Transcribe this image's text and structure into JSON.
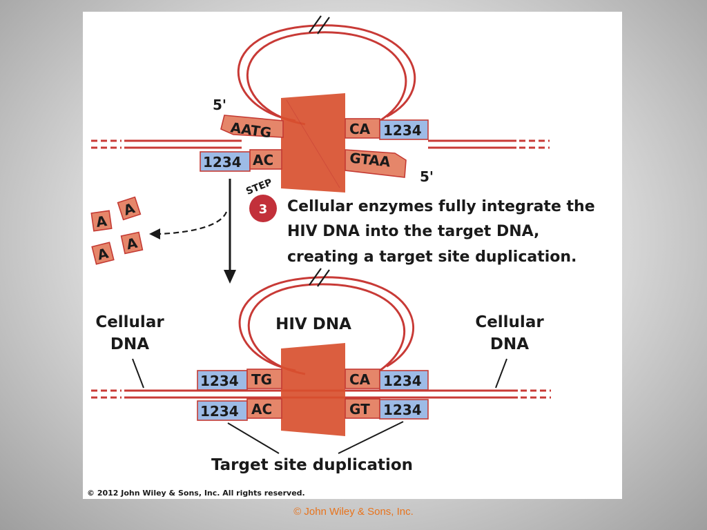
{
  "step": {
    "label": "STEP",
    "number": "3",
    "text_lines": [
      "Cellular enzymes fully integrate the",
      "HIV DNA into the target DNA,",
      "creating a target site duplication."
    ]
  },
  "top_panel": {
    "five_prime_left": "5'",
    "five_prime_right": "5'",
    "seq_top_left": "AATG",
    "seq_top_right": "CA",
    "seq_top_right_num": "1234",
    "seq_bottom_left_num": "1234",
    "seq_bottom_left": "AC",
    "seq_bottom_right": "GTAA"
  },
  "released": [
    "A",
    "A",
    "A",
    "A"
  ],
  "bottom_panel": {
    "label_left": [
      "Cellular",
      "DNA"
    ],
    "label_right": [
      "Cellular",
      "DNA"
    ],
    "label_hiv": "HIV DNA",
    "seq_top_left_num": "1234",
    "seq_top_left": "TG",
    "seq_top_right": "CA",
    "seq_top_right_num": "1234",
    "seq_bottom_left_num": "1234",
    "seq_bottom_left": "AC",
    "seq_bottom_right": "GT",
    "seq_bottom_right_num": "1234",
    "caption": "Target site duplication"
  },
  "copyright": "© 2012 John Wiley & Sons, Inc. All rights reserved.",
  "footer": "© John Wiley & Sons, Inc.",
  "colors": {
    "dna_red": "#c83a36",
    "blue_box": "#9dbbe6",
    "salmon": "#e5866a",
    "integrase": "#d8502f",
    "step_badge": "#c2303a",
    "footer": "#e8731c"
  }
}
